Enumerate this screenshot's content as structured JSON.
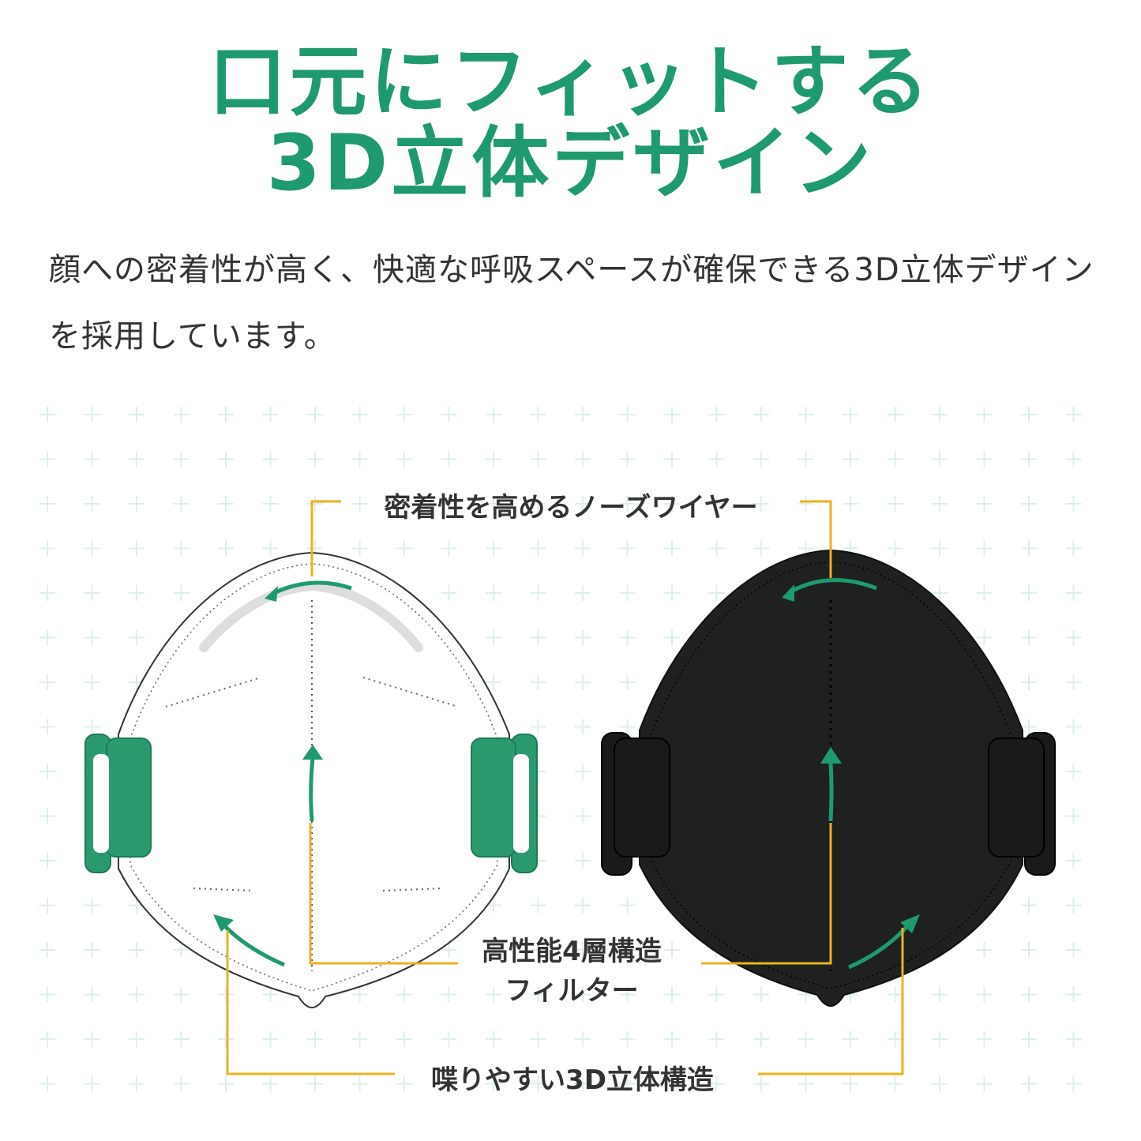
{
  "title": {
    "line1": "口元にフィットする",
    "line2": "3D立体デザイン"
  },
  "description": "顔への密着性が高く、快適な呼吸スペースが確保できる3D立体デザインを採用しています。",
  "labels": {
    "nose_wire": "密着性を高めるノーズワイヤー",
    "filter_line1": "高性能4層構造",
    "filter_line2": "フィルター",
    "structure": "喋りやすい3D立体構造"
  },
  "colors": {
    "accent": "#1f9a6e",
    "leader": "#e8b320",
    "black_mask": "#1e211f",
    "grid": "#dcefe6"
  },
  "products": [
    {
      "name": "white-mask",
      "color": "#ffffff"
    },
    {
      "name": "black-mask",
      "color": "#1e211f"
    }
  ]
}
